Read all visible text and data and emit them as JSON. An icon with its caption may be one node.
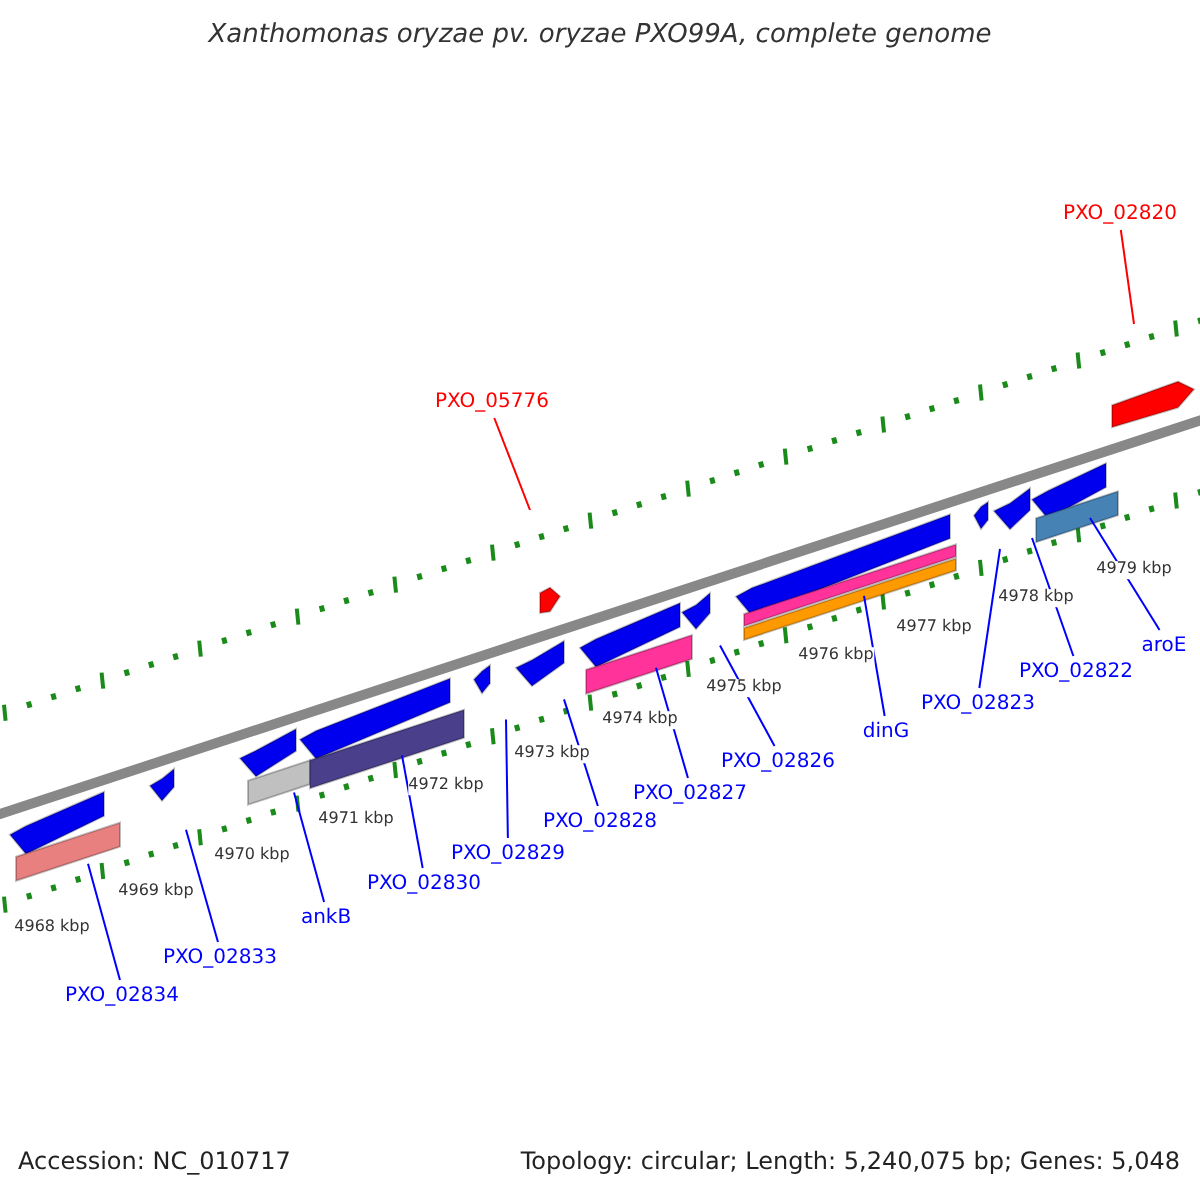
{
  "diagram": {
    "title": "Xanthomonas oryzae pv. oryzae PXO99A, complete genome",
    "nodes": [
      {
        "text": [
          "PXO_02820"
        ]
      },
      {
        "text": [
          "PXO_05776"
        ]
      },
      {
        "text": [
          "aroE"
        ]
      },
      {
        "text": [
          "PXO_02822"
        ]
      },
      {
        "text": [
          "PXO_02823"
        ]
      },
      {
        "text": [
          "dinG"
        ]
      },
      {
        "text": [
          "PXO_02826"
        ]
      },
      {
        "text": [
          "PXO_02827"
        ]
      },
      {
        "text": [
          "PXO_02828"
        ]
      },
      {
        "text": [
          "PXO_02829"
        ]
      },
      {
        "text": [
          "PXO_02830"
        ]
      },
      {
        "text": [
          "ankB"
        ]
      },
      {
        "text": [
          "PXO_02833"
        ]
      },
      {
        "text": [
          "PXO_02834"
        ]
      }
    ],
    "edges": [
      {
        "from": 0,
        "to": null,
        "arrow": "none",
        "color": "#ff0000"
      },
      {
        "from": 1,
        "to": null,
        "arrow": "none",
        "color": "#ff0000"
      },
      {
        "from": 2,
        "to": null,
        "arrow": "none"
      },
      {
        "from": 3,
        "to": null,
        "arrow": "none"
      },
      {
        "from": 4,
        "to": null,
        "arrow": "none"
      },
      {
        "from": 5,
        "to": null,
        "arrow": "none"
      },
      {
        "from": 6,
        "to": null,
        "arrow": "none"
      },
      {
        "from": 7,
        "to": null,
        "arrow": "none"
      },
      {
        "from": 8,
        "to": null,
        "arrow": "none"
      },
      {
        "from": 9,
        "to": null,
        "arrow": "none"
      },
      {
        "from": 10,
        "to": null,
        "arrow": "none"
      },
      {
        "from": 11,
        "to": null,
        "arrow": "none"
      },
      {
        "from": 12,
        "to": null,
        "arrow": "none"
      },
      {
        "from": 13,
        "to": null,
        "arrow": "none"
      }
    ],
    "labels": [
      "4979 kbp",
      "4978 kbp",
      "4977 kbp",
      "4976 kbp",
      "4975 kbp",
      "4974 kbp",
      "4973 kbp",
      "4972 kbp",
      "4971 kbp",
      "4970 kbp",
      "4969 kbp",
      "4968 kbp",
      "Accession: NC_010717",
      "Topology: circular; Length: 5,240,075 bp; Genes: 5,048"
    ]
  }
}
